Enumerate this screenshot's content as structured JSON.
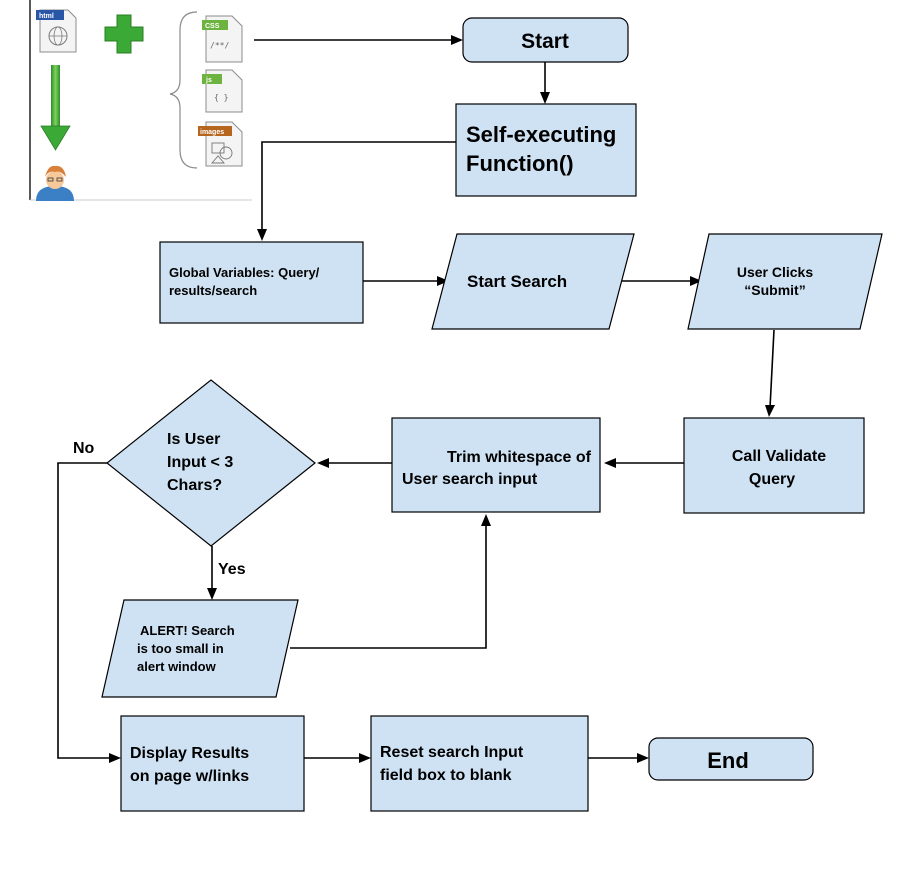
{
  "nodes": {
    "start": {
      "text": "Start"
    },
    "self_exec": {
      "lines": [
        "Self-executing",
        "Function()"
      ]
    },
    "global_vars": {
      "lines": [
        "Global Variables: Query/",
        "results/search"
      ]
    },
    "start_search": {
      "text": "Start Search"
    },
    "user_clicks": {
      "lines": [
        "User Clicks",
        "“Submit”"
      ]
    },
    "call_validate": {
      "lines": [
        "Call Validate",
        "Query"
      ]
    },
    "trim": {
      "lines": [
        "Trim whitespace of",
        "User search input"
      ]
    },
    "decision": {
      "lines": [
        "Is User",
        "Input < 3",
        "Chars?"
      ]
    },
    "alert": {
      "lines": [
        "ALERT! Search",
        "is too small in",
        "alert window"
      ]
    },
    "display": {
      "lines": [
        "Display Results",
        "on page w/links"
      ]
    },
    "reset": {
      "lines": [
        "Reset search Input",
        "field box to blank"
      ]
    },
    "end": {
      "text": "End"
    }
  },
  "edge_labels": {
    "no": "No",
    "yes": "Yes"
  },
  "icons": {
    "html_tag": "html",
    "css_tag": "CSS",
    "css_glyph": "/**/",
    "js_tag": "js",
    "js_glyph": "{ }",
    "images_tag": "images"
  },
  "colors": {
    "node_fill": "#cfe2f3",
    "stroke": "#000000",
    "green_icon": "#3aa935"
  }
}
